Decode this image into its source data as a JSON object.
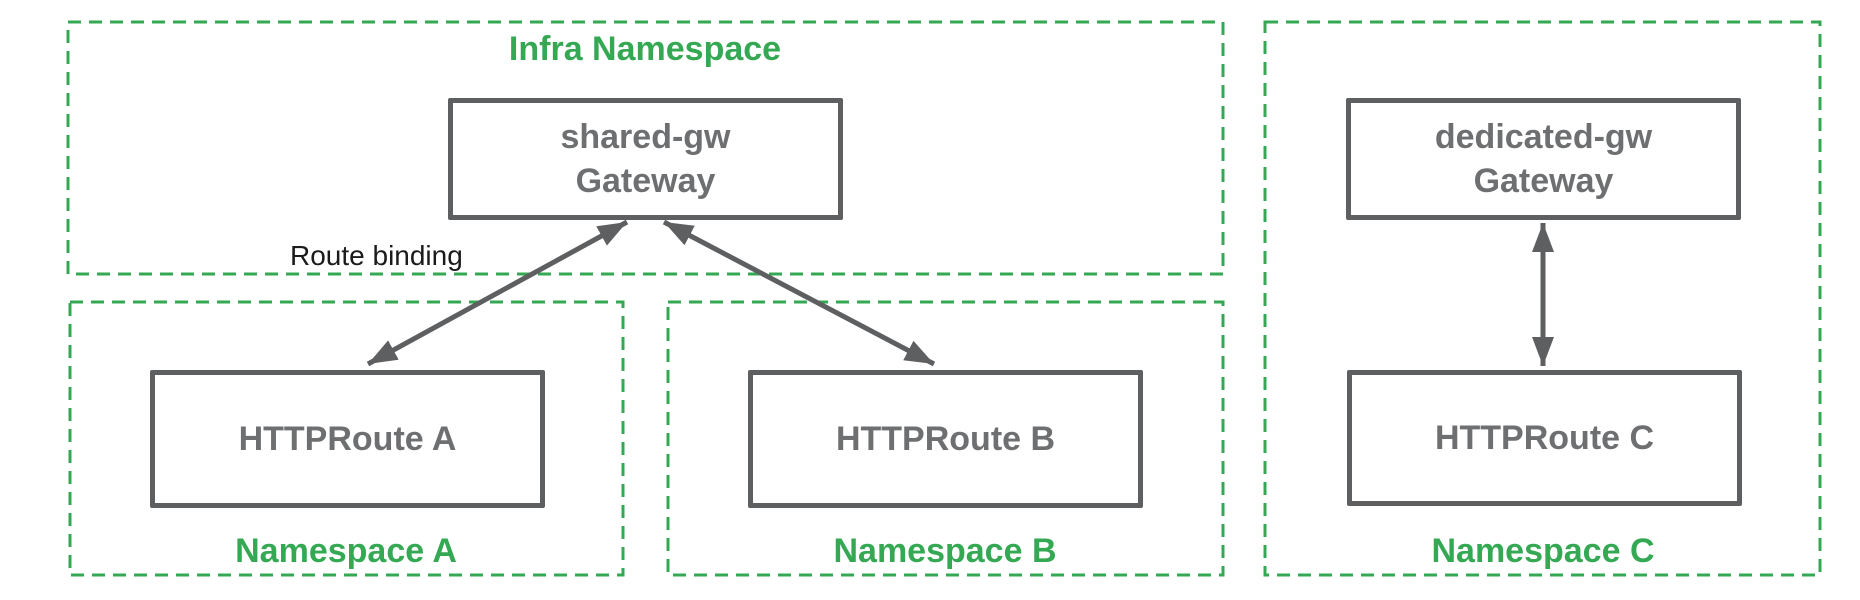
{
  "diagram": {
    "colors": {
      "namespace_green": "#34A853",
      "node_border_gray": "#5E5F61",
      "node_text_gray": "#6E6F71",
      "edge_label_black": "#1B1B1B",
      "background": "#FFFFFF"
    },
    "infra_namespace": {
      "label": "Infra Namespace",
      "gateway": {
        "name": "shared-gw",
        "kind": "Gateway"
      }
    },
    "namespace_a": {
      "label": "Namespace A",
      "route": "HTTPRoute A"
    },
    "namespace_b": {
      "label": "Namespace B",
      "route": "HTTPRoute B"
    },
    "namespace_c": {
      "label": "Namespace C",
      "gateway": {
        "name": "dedicated-gw",
        "kind": "Gateway"
      },
      "route": "HTTPRoute C"
    },
    "edges": {
      "route_binding_label": "Route binding"
    }
  }
}
